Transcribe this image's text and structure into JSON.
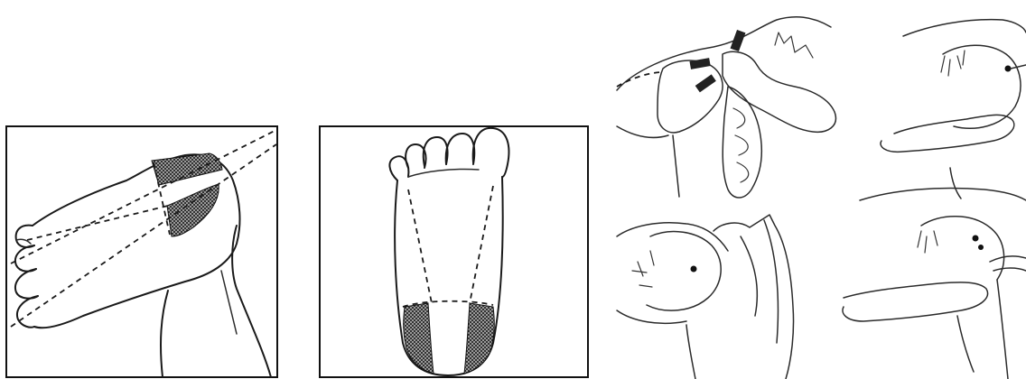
{
  "figure": {
    "panels": [
      {
        "name": "heel-lateral-view",
        "shaded_regions": 2
      },
      {
        "name": "heel-plantar-view",
        "shaded_regions": 2
      },
      {
        "name": "heel-stick-technique-sequence",
        "steps": 4
      }
    ],
    "colors": {
      "ink": "#1a1a1a",
      "shading": "#3a3a3a",
      "background": "#ffffff"
    }
  }
}
